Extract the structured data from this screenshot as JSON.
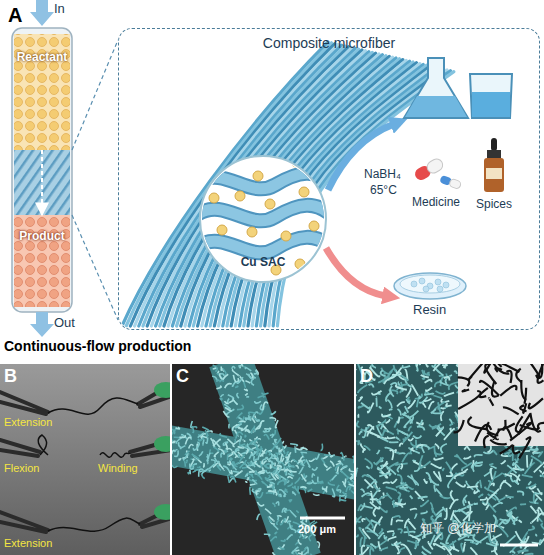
{
  "diagram": {
    "nodes": [
      {
        "text": [
          "Reactant"
        ]
      },
      {
        "text": [
          "Product"
        ]
      },
      {
        "text": [
          "Composite microfiber"
        ]
      },
      {
        "text": [
          "Cu SAC"
        ],
        "in": 2
      }
    ],
    "edges": [
      {
        "from": 0,
        "to": 1,
        "arrow": "to"
      }
    ],
    "labels": [
      "A",
      "In",
      "Out",
      "Continuous-flow production",
      "NaBH₄",
      "65°C",
      "Medicine",
      "Spices",
      "Resin",
      "B",
      "Extension",
      "Flexion",
      "Winding",
      "Extension",
      "C",
      "200 μm",
      "D",
      "知乎 @化学加"
    ]
  }
}
